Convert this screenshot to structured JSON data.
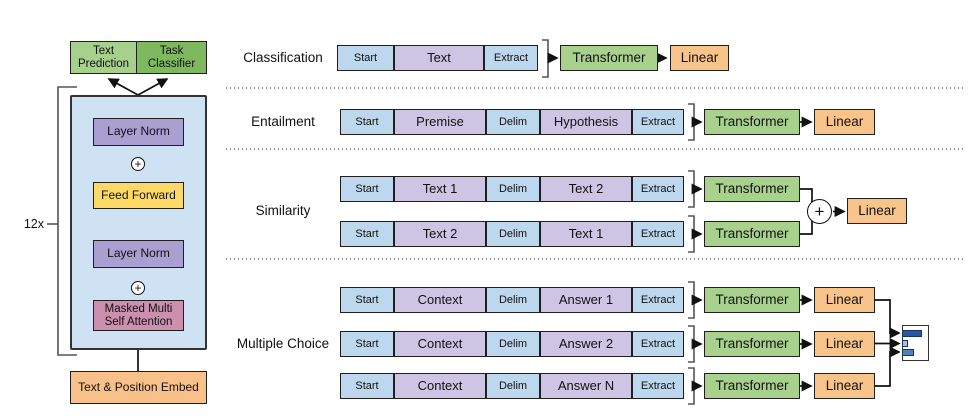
{
  "figure": {
    "description_left": "transformer-decoder-architecture",
    "description_right": "task-specific-input-transformations"
  },
  "colors": {
    "token_blue": "#bdd7ee",
    "token_purple": "#cec5e5",
    "transformer_green": "#a9d18e",
    "linear_orange": "#f9c489",
    "panel_blue": "#cfe2f3",
    "layer_norm_purple": "#a99fd1",
    "feed_forward_yellow": "#ffd966",
    "attention_pink": "#cd8fae",
    "embed_orange": "#f8c189",
    "prediction_green_light": "#a8d08d",
    "classifier_green_dark": "#7eb95f"
  },
  "left_model": {
    "repeat_label": "12x",
    "output_heads": [
      {
        "label": "Text Prediction"
      },
      {
        "label": "Task Classifier"
      }
    ],
    "block_labels": {
      "layer_norm_top": "Layer Norm",
      "feed_forward": "Feed Forward",
      "layer_norm_bottom": "Layer Norm",
      "attention_line1": "Masked Multi",
      "attention_line2": "Self Attention"
    },
    "embed_label": "Text & Position Embed",
    "residual_symbol": "+"
  },
  "tasks": [
    {
      "name": "Classification",
      "rows": [
        [
          "Start",
          "Text",
          "Extract"
        ]
      ],
      "pipeline": [
        "Transformer",
        "Linear"
      ]
    },
    {
      "name": "Entailment",
      "rows": [
        [
          "Start",
          "Premise",
          "Delim",
          "Hypothesis",
          "Extract"
        ]
      ],
      "pipeline": [
        "Transformer",
        "Linear"
      ]
    },
    {
      "name": "Similarity",
      "rows": [
        [
          "Start",
          "Text 1",
          "Delim",
          "Text 2",
          "Extract"
        ],
        [
          "Start",
          "Text 2",
          "Delim",
          "Text 1",
          "Extract"
        ]
      ],
      "pipeline": [
        "Transformer"
      ],
      "combiner": "+",
      "final": "Linear"
    },
    {
      "name": "Multiple Choice",
      "rows": [
        [
          "Start",
          "Context",
          "Delim",
          "Answer 1",
          "Extract"
        ],
        [
          "Start",
          "Context",
          "Delim",
          "Answer 2",
          "Extract"
        ],
        [
          "Start",
          "Context",
          "Delim",
          "Answer N",
          "Extract"
        ]
      ],
      "pipeline": [
        "Transformer",
        "Linear"
      ]
    }
  ],
  "answer_scores_chart": {
    "type": "bar",
    "orientation": "horizontal",
    "bars": [
      {
        "relative_length": 0.75,
        "color": "#2b579f"
      },
      {
        "relative_length": 0.22,
        "color": "#9dc3e6"
      },
      {
        "relative_length": 0.45,
        "color": "#4f81bd"
      }
    ]
  }
}
